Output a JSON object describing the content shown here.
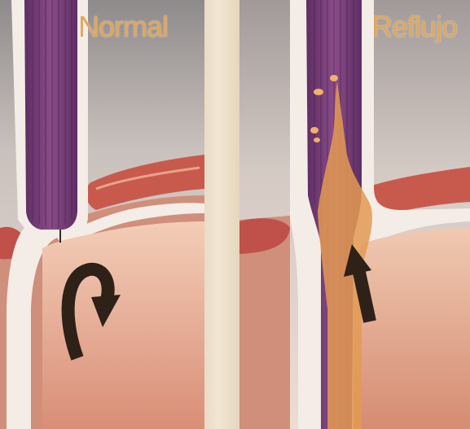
{
  "panels": {
    "normal": {
      "label": "Normal"
    },
    "reflux": {
      "label": "Reflujo"
    }
  },
  "colors": {
    "esophagus_muscle": "#7a3f78",
    "esophagus_wall": "#f4ece6",
    "stomach_tissue": "#e4a98f",
    "diaphragm": "#c8594a",
    "background_gray": "#9a9494",
    "arrow": "#3a2a1e",
    "acid_reflux": "#e39a52",
    "label_text": "#e0a75a"
  },
  "arrows": {
    "normal": "curved-arrow-down",
    "reflux": "straight-arrow-up"
  }
}
